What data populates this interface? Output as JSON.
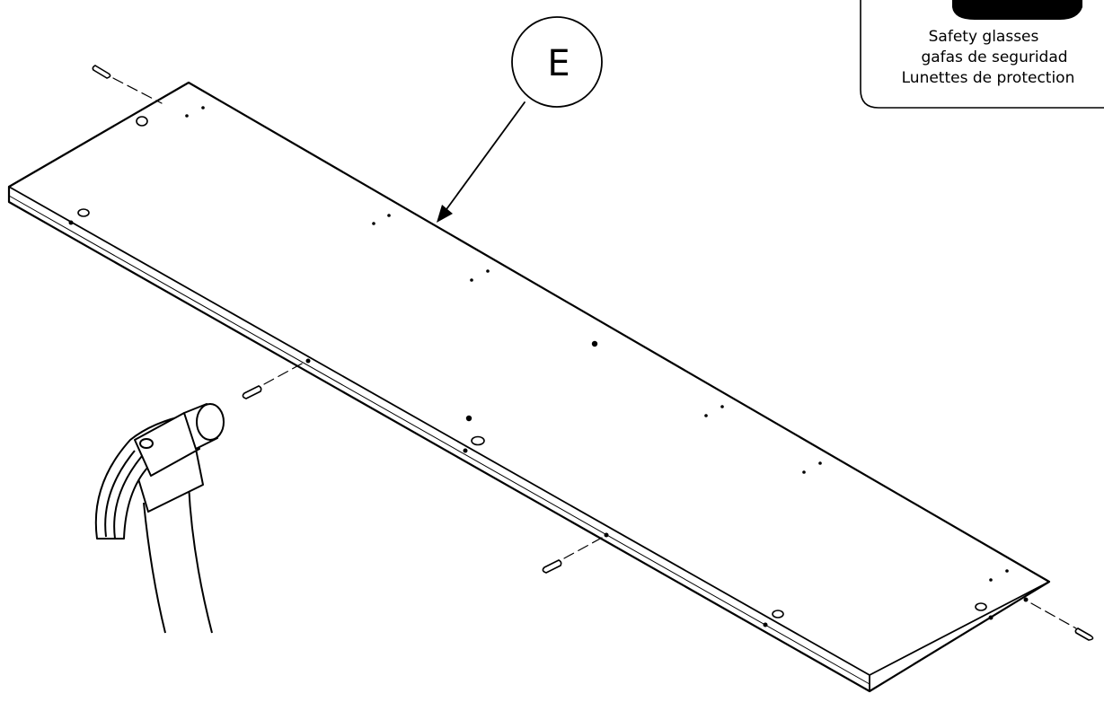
{
  "callout": {
    "label": "E"
  },
  "safety": {
    "lines": [
      "Safety glasses",
      "gafas de seguridad",
      "Lunettes de protection"
    ]
  }
}
